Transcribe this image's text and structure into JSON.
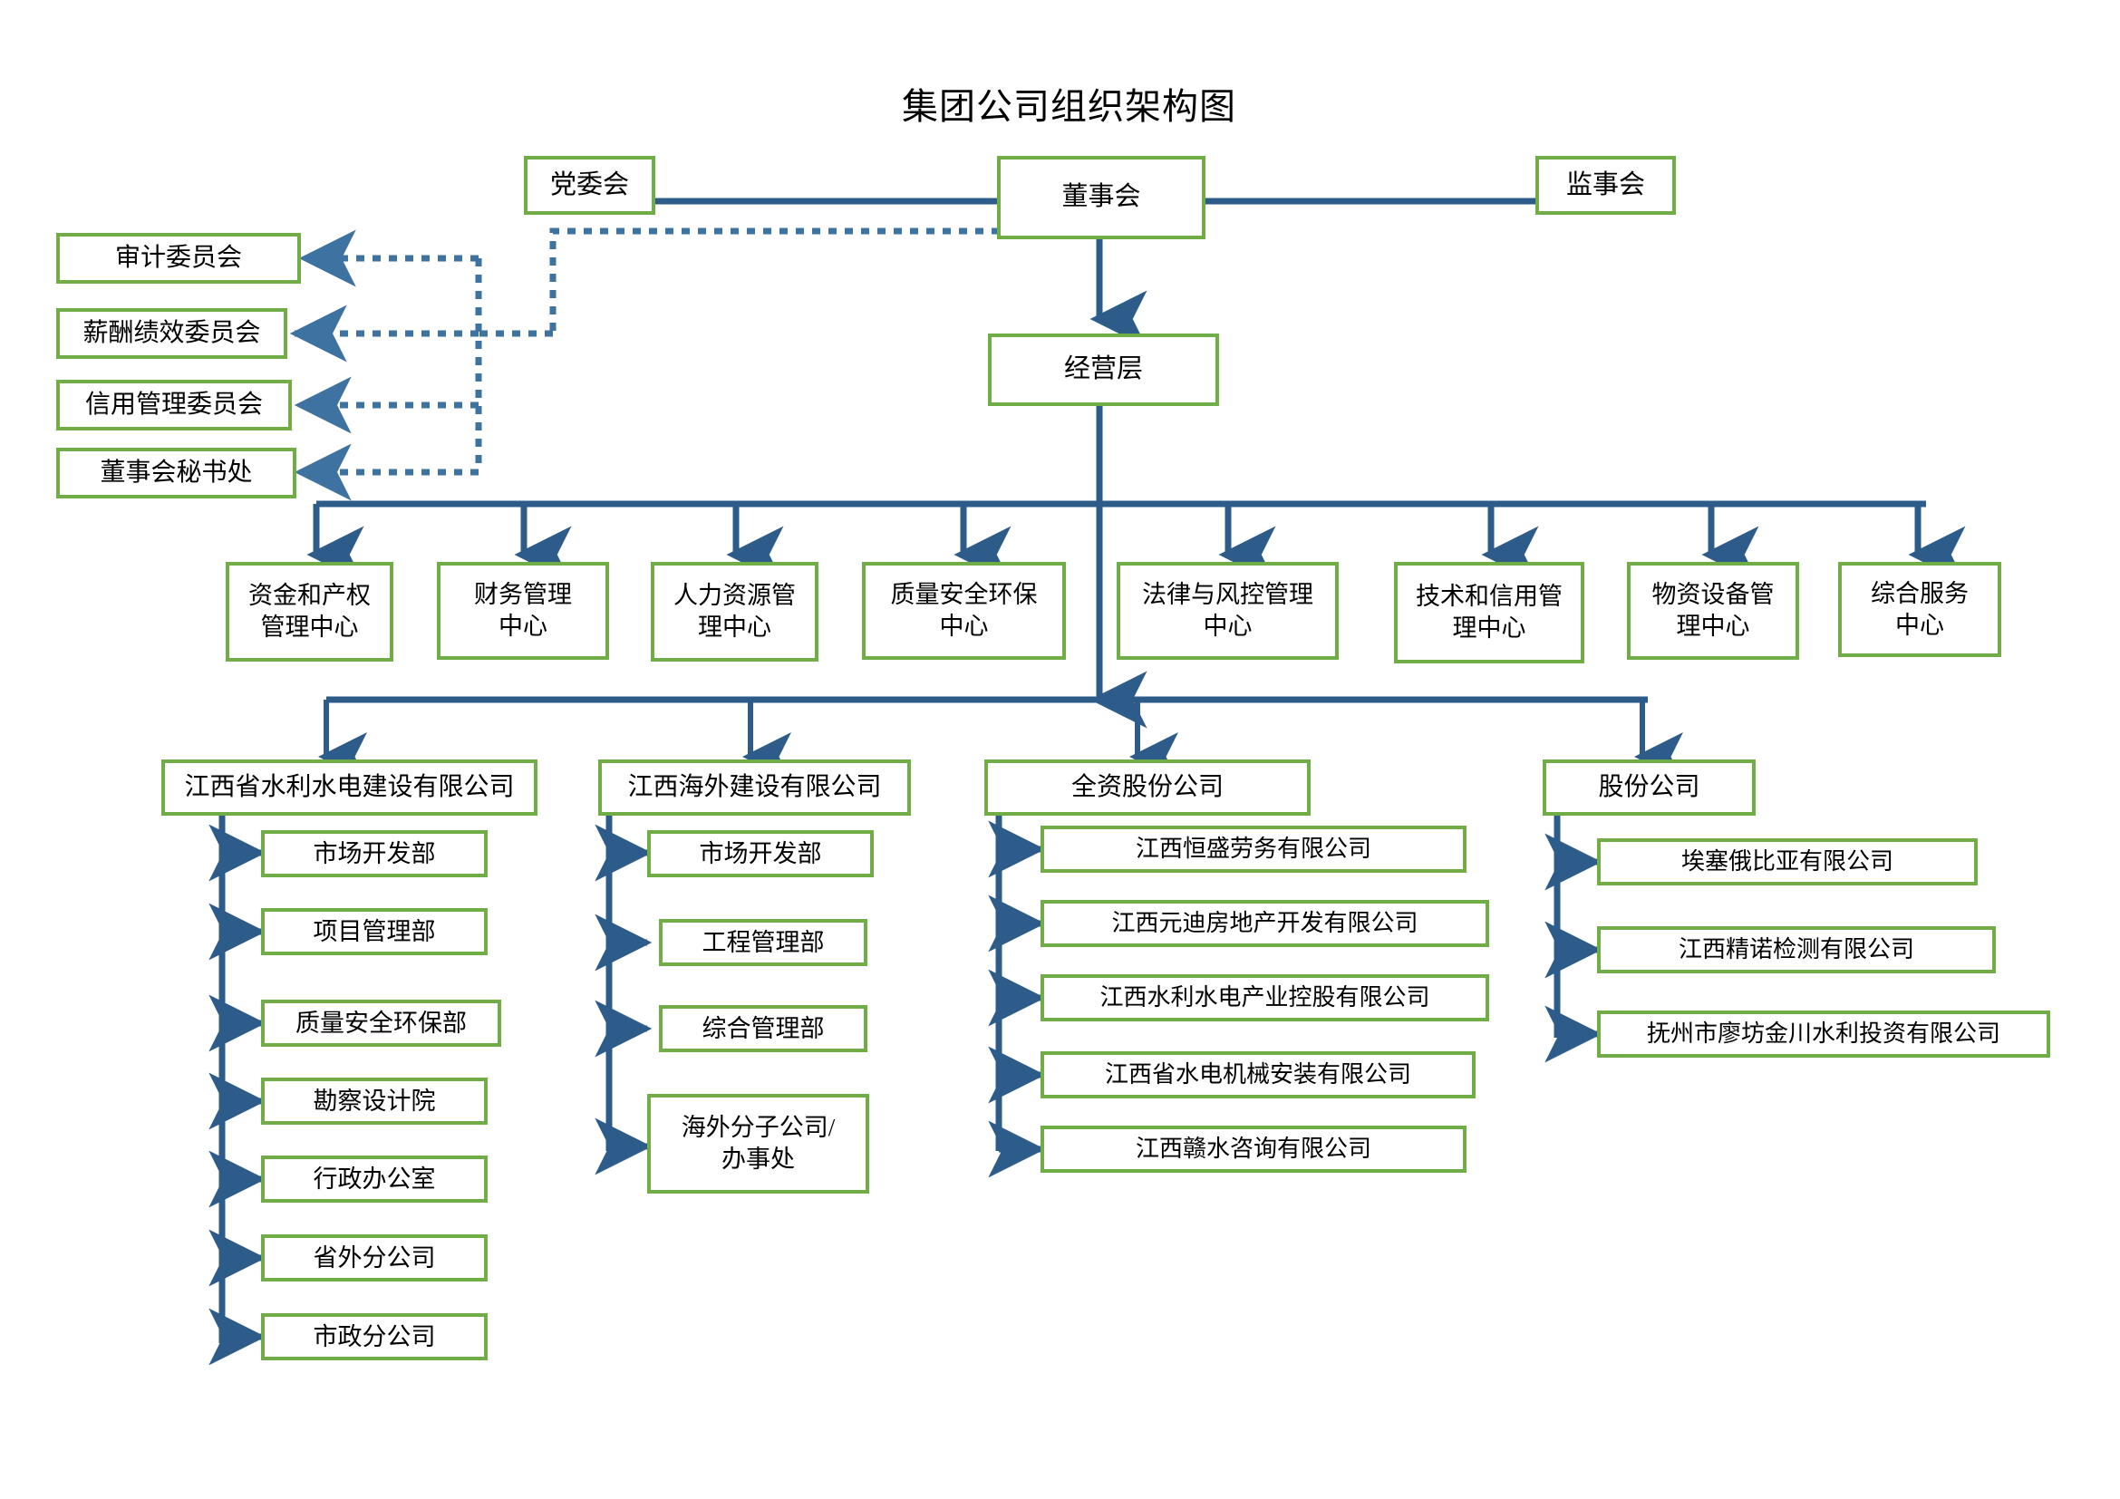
{
  "title": "集团公司组织架构图",
  "colors": {
    "node_border": "#70AD47",
    "connector": "#2E5C8A",
    "dotted_connector": "#3E72A0",
    "background": "#FFFFFF",
    "text": "#000000"
  },
  "top": {
    "party_committee": "党委会",
    "board_of_directors": "董事会",
    "board_of_supervisors": "监事会",
    "management_layer": "经营层"
  },
  "committees": [
    {
      "label": "审计委员会"
    },
    {
      "label": "薪酬绩效委员会"
    },
    {
      "label": "信用管理委员会"
    },
    {
      "label": "董事会秘书处"
    }
  ],
  "centers": [
    {
      "label": "资金和产权\n管理中心"
    },
    {
      "label": "财务管理\n中心"
    },
    {
      "label": "人力资源管\n理中心"
    },
    {
      "label": "质量安全环保\n中心"
    },
    {
      "label": "法律与风控管理\n中心"
    },
    {
      "label": "技术和信用管\n理中心"
    },
    {
      "label": "物资设备管\n理中心"
    },
    {
      "label": "综合服务\n中心"
    }
  ],
  "companies": [
    {
      "label": "江西省水利水电建设有限公司",
      "children": [
        {
          "label": "市场开发部"
        },
        {
          "label": "项目管理部"
        },
        {
          "label": "质量安全环保部"
        },
        {
          "label": "勘察设计院"
        },
        {
          "label": "行政办公室"
        },
        {
          "label": "省外分公司"
        },
        {
          "label": "市政分公司"
        }
      ]
    },
    {
      "label": "江西海外建设有限公司",
      "children": [
        {
          "label": "市场开发部"
        },
        {
          "label": "工程管理部"
        },
        {
          "label": "综合管理部"
        },
        {
          "label": "海外分子公司/\n办事处"
        }
      ]
    },
    {
      "label": "全资股份公司",
      "children": [
        {
          "label": "江西恒盛劳务有限公司"
        },
        {
          "label": "江西元迪房地产开发有限公司"
        },
        {
          "label": "江西水利水电产业控股有限公司"
        },
        {
          "label": "江西省水电机械安装有限公司"
        },
        {
          "label": "江西赣水咨询有限公司"
        }
      ]
    },
    {
      "label": "股份公司",
      "children": [
        {
          "label": "埃塞俄比亚有限公司"
        },
        {
          "label": "江西精诺检测有限公司"
        },
        {
          "label": "抚州市廖坊金川水利投资有限公司"
        }
      ]
    }
  ]
}
